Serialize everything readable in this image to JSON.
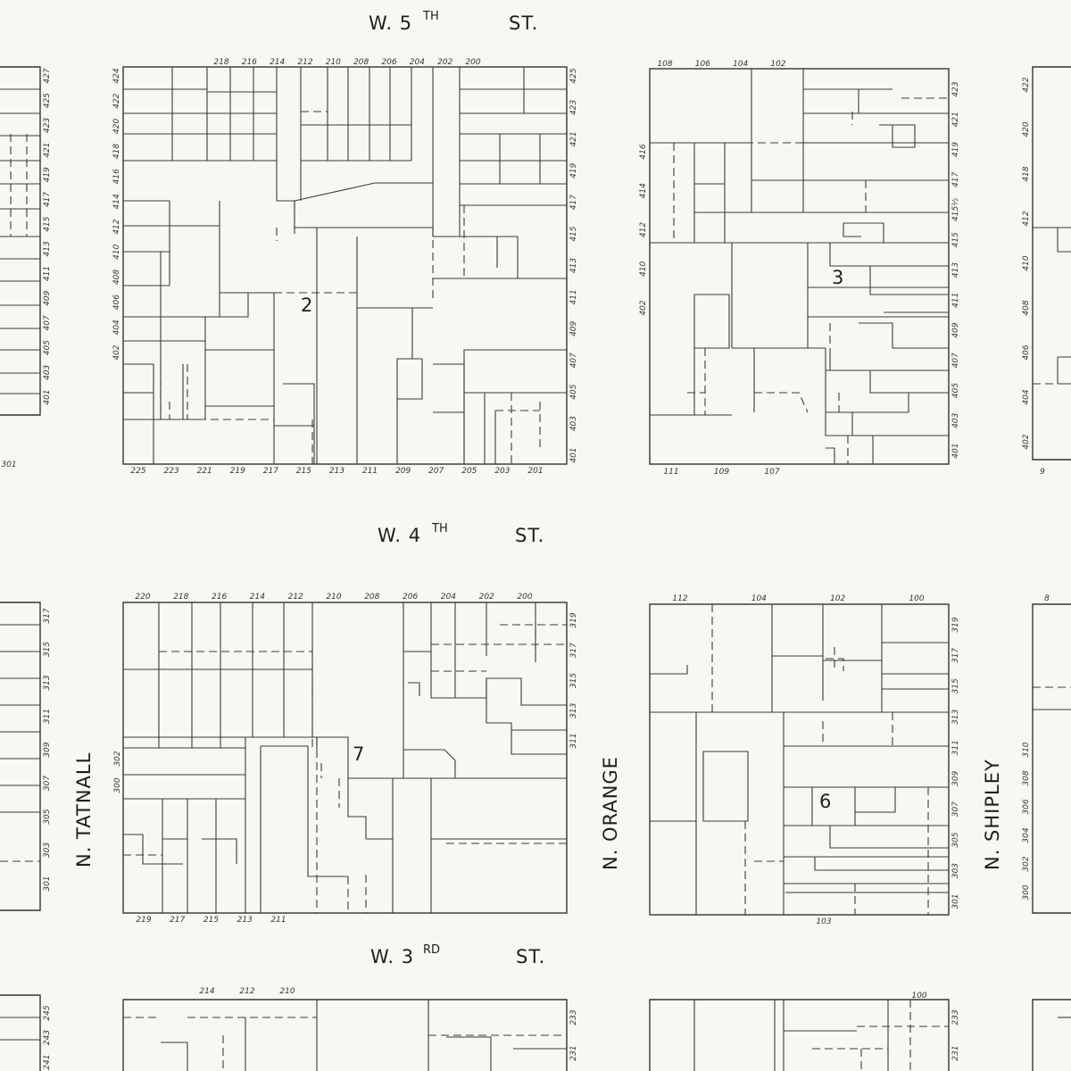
{
  "streets": {
    "w5": {
      "main": "W. 5",
      "sup": "TH",
      "st": "ST."
    },
    "w4": {
      "main": "W. 4",
      "sup": "TH",
      "st": "ST."
    },
    "w3": {
      "main": "W. 3",
      "sup": "RD",
      "st": "ST."
    },
    "tatnall": "N. TATNALL",
    "orange": "N. ORANGE",
    "shipley": "N. SHIPLEY"
  },
  "block_numbers": {
    "b2": "2",
    "b3": "3",
    "b6": "6",
    "b7": "7"
  },
  "house_numbers": {
    "a_top": [
      "218",
      "216",
      "214",
      "212",
      "210",
      "208",
      "206",
      "204",
      "202",
      "200"
    ],
    "a_bottom": [
      "225",
      "223",
      "221",
      "219",
      "217",
      "215",
      "213",
      "211",
      "209",
      "207",
      "205",
      "203",
      "201"
    ],
    "a_left": [
      "424",
      "422",
      "420",
      "418",
      "416",
      "414",
      "412",
      "410",
      "408",
      "406",
      "404",
      "402"
    ],
    "a_right": [
      "425",
      "423",
      "421",
      "419",
      "417",
      "415",
      "413",
      "411",
      "409",
      "407",
      "405",
      "403",
      "401"
    ],
    "b_top": [
      "108",
      "106",
      "104",
      "102"
    ],
    "b_bottom": [
      "111",
      "109",
      "107"
    ],
    "b_left": [
      "416",
      "414",
      "412",
      "410",
      "402"
    ],
    "b_right": [
      "423",
      "421",
      "419",
      "417",
      "415½",
      "415",
      "413",
      "411",
      "409",
      "407",
      "405",
      "403",
      "401"
    ],
    "c_top": [
      "220",
      "218",
      "216",
      "214",
      "212",
      "210",
      "208",
      "206",
      "204",
      "202",
      "200"
    ],
    "c_bottom": [
      "219",
      "217",
      "215",
      "213",
      "211"
    ],
    "c_left": [
      "302",
      "300"
    ],
    "c_right": [
      "319",
      "317",
      "315",
      "313",
      "311"
    ],
    "d_top": [
      "112",
      "104",
      "102",
      "100"
    ],
    "d_bottom": [
      "103"
    ],
    "d_right": [
      "319",
      "317",
      "315",
      "313",
      "311",
      "309",
      "307",
      "305",
      "303",
      "301"
    ],
    "e_top": [
      "214",
      "212",
      "210"
    ],
    "e_right": [
      "233",
      "231"
    ],
    "f_top": [
      "100"
    ],
    "f_right": [
      "233",
      "231"
    ],
    "lw_top": [
      "427",
      "425",
      "423",
      "421",
      "419",
      "417",
      "415",
      "413",
      "411",
      "409",
      "407",
      "405",
      "403",
      "401"
    ],
    "lw_bottom": [
      "301"
    ],
    "lw_lower": [
      "317",
      "315",
      "313",
      "311",
      "309",
      "307",
      "305",
      "303",
      "301"
    ],
    "lw_bottom2": [
      "245",
      "243",
      "241"
    ],
    "rw_top": [
      "422",
      "420",
      "418",
      "412",
      "410",
      "408",
      "406",
      "404",
      "402"
    ],
    "rw_bottom": [
      "9"
    ],
    "rw_mid_top": [
      "8"
    ],
    "rw_lower": [
      "310",
      "308",
      "306",
      "304",
      "302",
      "300"
    ]
  }
}
